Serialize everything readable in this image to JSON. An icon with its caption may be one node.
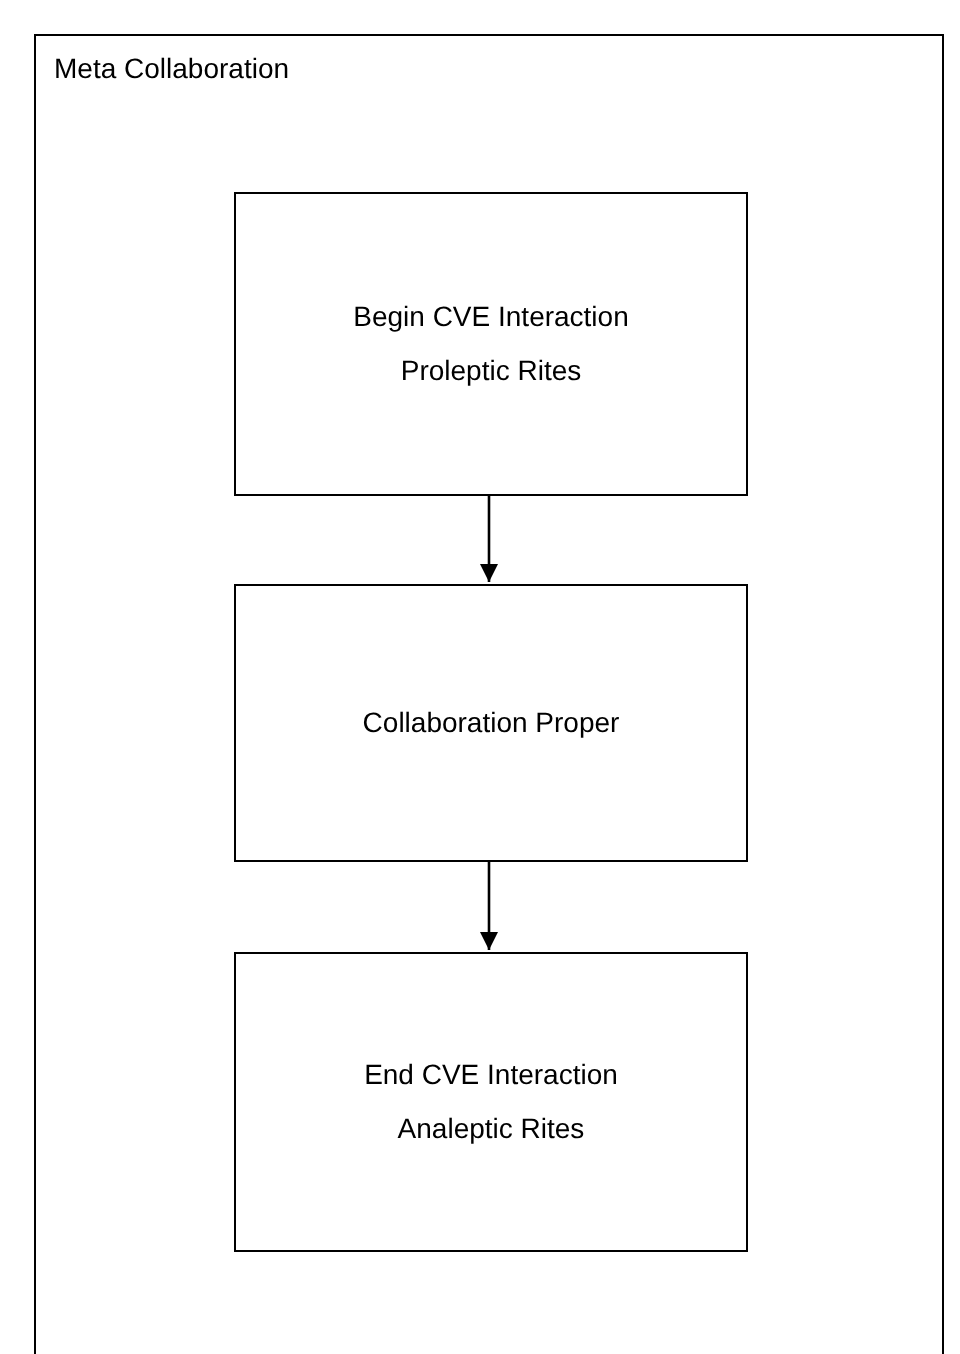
{
  "diagram": {
    "nodes": [
      {
        "text": [
          "Meta Collaboration"
        ]
      },
      {
        "text": [
          "Begin CVE Interaction",
          "Proleptic Rites"
        ],
        "in": 0
      },
      {
        "text": [
          "Collaboration Proper"
        ],
        "in": 0
      },
      {
        "text": [
          "End CVE Interaction",
          "Analeptic Rites"
        ],
        "in": 0
      }
    ],
    "edges": [
      {
        "from": 1,
        "to": 2,
        "arrow": "to"
      },
      {
        "from": 2,
        "to": 3,
        "arrow": "to"
      }
    ]
  }
}
